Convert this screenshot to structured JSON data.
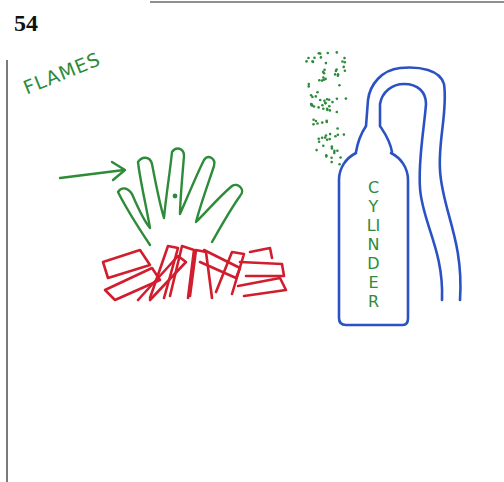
{
  "diagram": {
    "nodes": [
      {
        "text": [
          "CYLINDER"
        ]
      }
    ],
    "labels": [
      "54",
      "FLAMES"
    ]
  }
}
